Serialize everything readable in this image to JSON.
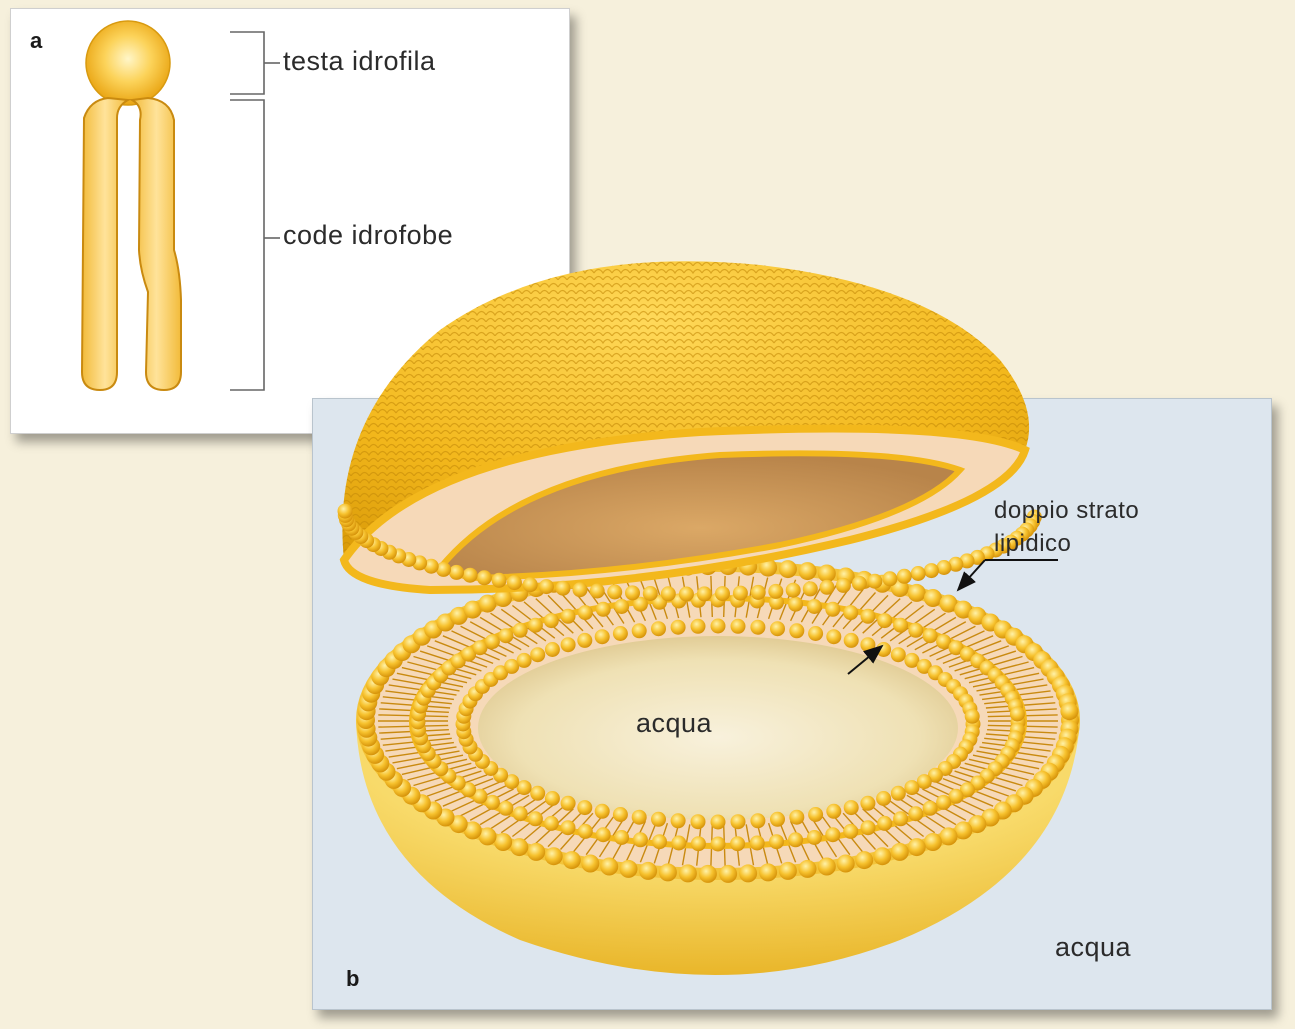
{
  "panel_a": {
    "letter": "a",
    "head_label": "testa idrofila",
    "tails_label": "code idrofobe"
  },
  "panel_b": {
    "letter": "b",
    "bilayer_label_line1": "doppio strato",
    "bilayer_label_line2": "lipidico",
    "inner_label": "acqua",
    "outer_label": "acqua"
  },
  "colors": {
    "lipid_yellow": "#f3b81c",
    "lipid_light": "#fde58a",
    "tail_stroke": "#c98a10",
    "panel_b_bg": "#dde6ee"
  },
  "icons": [
    "phospholipid-icon",
    "liposome-top-half",
    "liposome-bottom-half"
  ]
}
